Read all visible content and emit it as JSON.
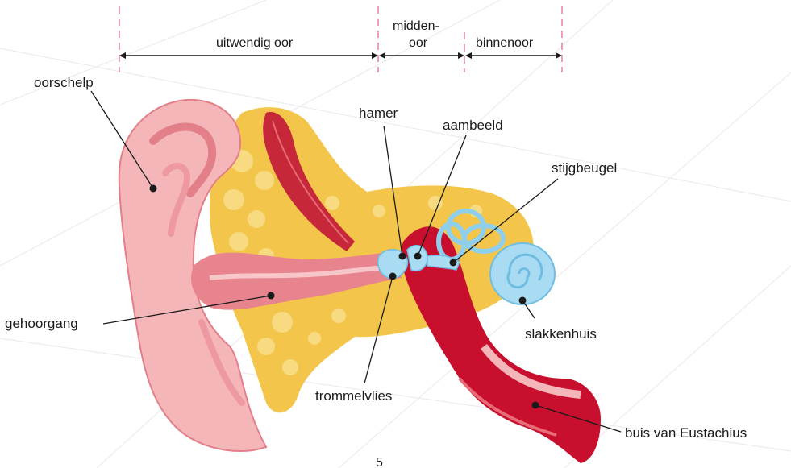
{
  "sections": {
    "outer": "uitwendig oor",
    "middle_line1": "midden-",
    "middle_line2": "oor",
    "inner": "binnenoor"
  },
  "labels": {
    "pinna": "oorschelp",
    "ear_canal": "gehoorgang",
    "hammer": "hamer",
    "anvil": "aambeeld",
    "stirrup": "stijgbeugel",
    "cochlea": "slakkenhuis",
    "eardrum": "trommelvlies",
    "eustachian_tube": "buis van Eustachius"
  },
  "page_number": "5",
  "colors": {
    "skin": "#f4b6b9",
    "skin_dark": "#e27f88",
    "fat": "#f3c64b",
    "muscle": "#c6283a",
    "ossicles": "#a9dcf3",
    "tube": "#c8102e",
    "divider": "#e78a9e"
  }
}
